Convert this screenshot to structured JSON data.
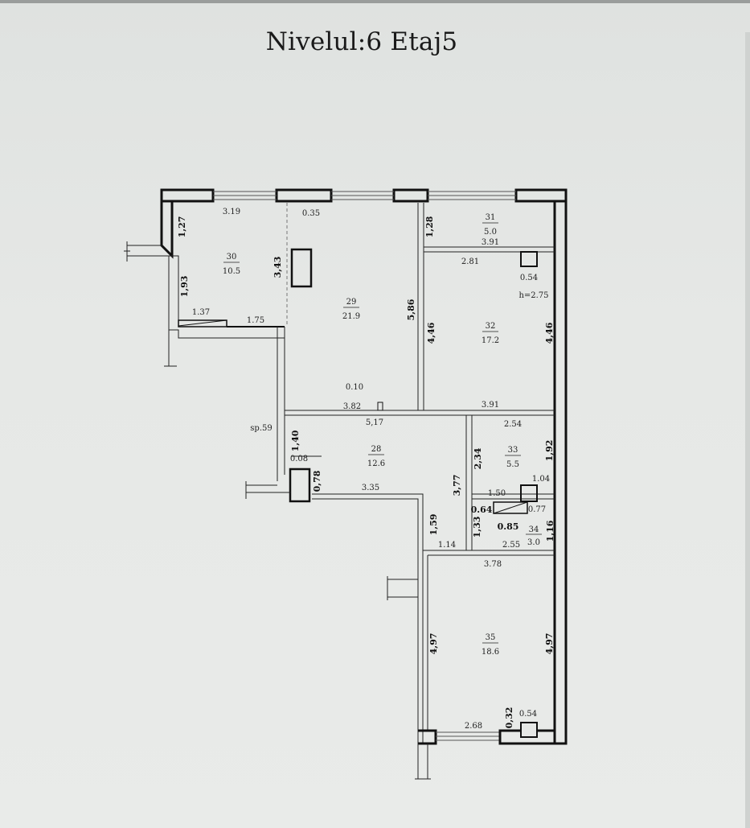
{
  "title": "Nivelul:6 Etaj5",
  "rooms": [
    {
      "id": "30",
      "number": "30",
      "area": "10.5"
    },
    {
      "id": "29",
      "number": "29",
      "area": "21.9"
    },
    {
      "id": "31",
      "number": "31",
      "area": "5.0"
    },
    {
      "id": "32",
      "number": "32",
      "area": "17.2"
    },
    {
      "id": "28",
      "number": "28",
      "area": "12.6"
    },
    {
      "id": "33",
      "number": "33",
      "area": "5.5"
    },
    {
      "id": "34",
      "number": "34",
      "area": "3.0"
    },
    {
      "id": "35",
      "number": "35",
      "area": "18.6"
    }
  ],
  "dimensions": [
    {
      "id": "d1",
      "text": "3.19"
    },
    {
      "id": "d2",
      "text": "0.35"
    },
    {
      "id": "d3",
      "text": "1,28"
    },
    {
      "id": "d4",
      "text": "3.91"
    },
    {
      "id": "d5",
      "text": "1,27"
    },
    {
      "id": "d6",
      "text": "3,43"
    },
    {
      "id": "d7",
      "text": "2.81"
    },
    {
      "id": "d8",
      "text": "0.54"
    },
    {
      "id": "d9",
      "text": "h=2.75"
    },
    {
      "id": "d10",
      "text": "1,93"
    },
    {
      "id": "d11",
      "text": "5,86"
    },
    {
      "id": "d12",
      "text": "1.37"
    },
    {
      "id": "d13",
      "text": "1.75"
    },
    {
      "id": "d14",
      "text": "4,46"
    },
    {
      "id": "d15",
      "text": "4,46"
    },
    {
      "id": "d16",
      "text": "0.10"
    },
    {
      "id": "d17",
      "text": "3.82"
    },
    {
      "id": "d18",
      "text": "3.91"
    },
    {
      "id": "d19",
      "text": "5,17"
    },
    {
      "id": "d20",
      "text": "2.54"
    },
    {
      "id": "d21",
      "text": "sp.59"
    },
    {
      "id": "d22",
      "text": "1,40"
    },
    {
      "id": "d23",
      "text": "0.08"
    },
    {
      "id": "d24",
      "text": "2,34"
    },
    {
      "id": "d25",
      "text": "1,92"
    },
    {
      "id": "d26",
      "text": "3,77"
    },
    {
      "id": "d27",
      "text": "0,78"
    },
    {
      "id": "d28",
      "text": "1.04"
    },
    {
      "id": "d29",
      "text": "3.35"
    },
    {
      "id": "d30",
      "text": "1.50"
    },
    {
      "id": "d31",
      "text": "0.77"
    },
    {
      "id": "d32",
      "text": "0.64"
    },
    {
      "id": "d33",
      "text": "1,59"
    },
    {
      "id": "d34",
      "text": "1,33"
    },
    {
      "id": "d35",
      "text": "0.85"
    },
    {
      "id": "d36",
      "text": "1,16"
    },
    {
      "id": "d37",
      "text": "1.14"
    },
    {
      "id": "d38",
      "text": "2.55"
    },
    {
      "id": "d39",
      "text": "3.78"
    },
    {
      "id": "d40",
      "text": "4,97"
    },
    {
      "id": "d41",
      "text": "4,97"
    },
    {
      "id": "d42",
      "text": "2.68"
    },
    {
      "id": "d43",
      "text": "0,32"
    },
    {
      "id": "d44",
      "text": "0.54"
    }
  ],
  "colors": {
    "wall": "#111111",
    "paper": "#e6e8e6",
    "ink": "#222222"
  }
}
